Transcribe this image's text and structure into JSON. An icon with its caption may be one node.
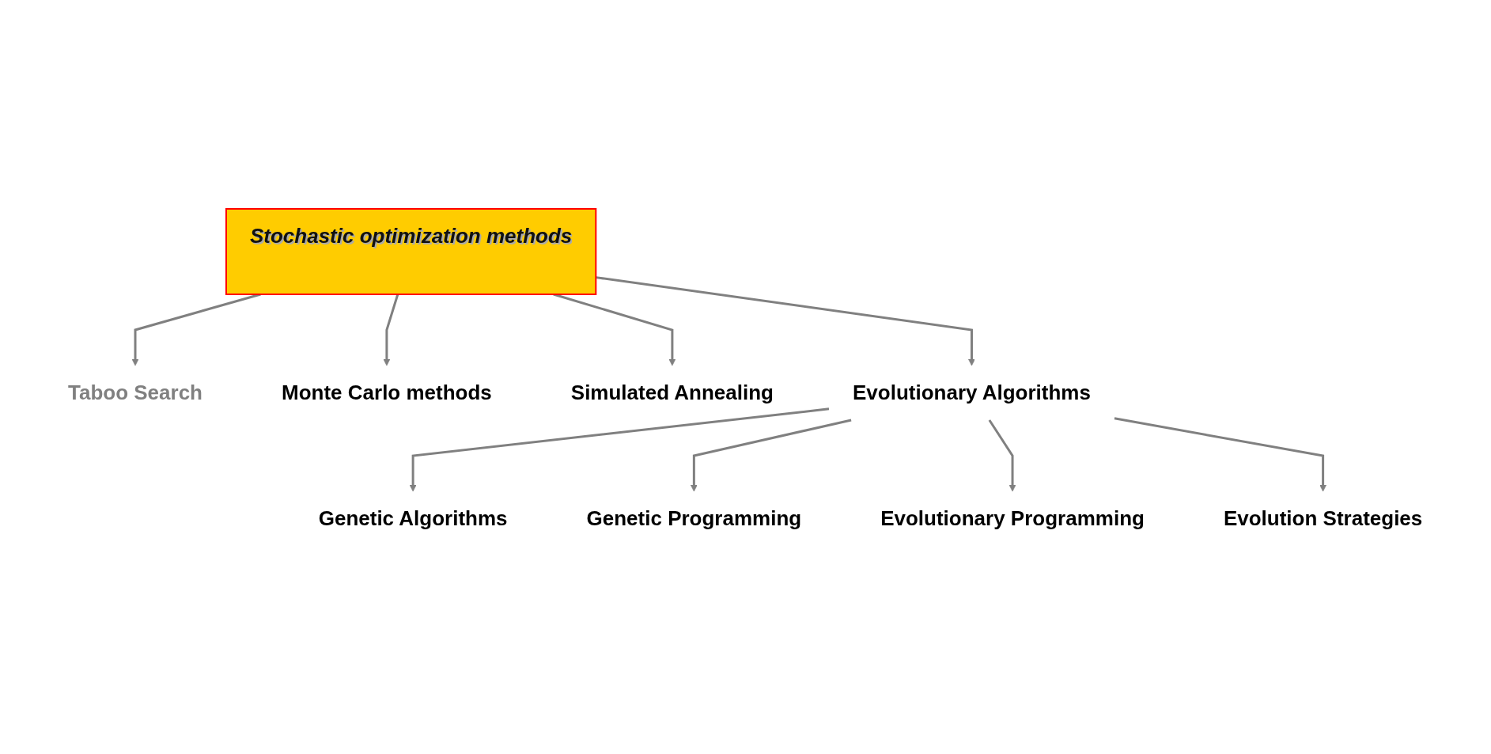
{
  "diagram": {
    "nodes": [
      {
        "text": [
          "Stochastic optimization methods"
        ]
      },
      {
        "text": [
          "Taboo Search"
        ]
      },
      {
        "text": [
          "Monte Carlo methods"
        ]
      },
      {
        "text": [
          "Simulated Annealing"
        ]
      },
      {
        "text": [
          "Evolutionary Algorithms"
        ]
      },
      {
        "text": [
          "Genetic Algorithms"
        ]
      },
      {
        "text": [
          "Evolution Strategies"
        ]
      },
      {
        "text": [
          "Genetic Programming"
        ]
      },
      {
        "text": [
          "Evolutionary Programming"
        ]
      }
    ],
    "edges": [
      {
        "from": 0,
        "to": 1,
        "arrow": "to"
      },
      {
        "from": 0,
        "to": 2,
        "arrow": "to"
      },
      {
        "from": 0,
        "to": 4,
        "arrow": "to"
      },
      {
        "from": 0,
        "to": 3,
        "arrow": "to"
      },
      {
        "from": 4,
        "to": 5,
        "arrow": "to"
      },
      {
        "from": 4,
        "to": 7,
        "arrow": "to"
      },
      {
        "from": 4,
        "to": 8,
        "arrow": "to"
      },
      {
        "from": 4,
        "to": 6,
        "arrow": "to"
      }
    ]
  }
}
